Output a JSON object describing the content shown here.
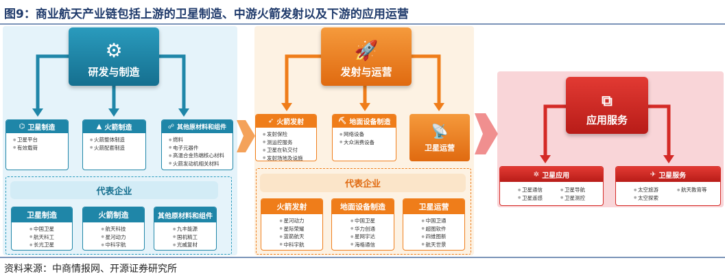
{
  "title": "图9：商业航天产业链包括上游的卫星制造、中游火箭发射以及下游的应用运营",
  "source": "资料来源：中商情报网、开源证券研究所",
  "colors": {
    "upstream": "#1f86a8",
    "midstream": "#ef7d1a",
    "downstream": "#d42a26"
  },
  "upstream": {
    "title": "研发与制造",
    "icon": "robot-arm-icon",
    "categories": [
      {
        "name": "卫星制造",
        "icon": "satellite-icon",
        "items": [
          "卫星平台",
          "有效载荷"
        ]
      },
      {
        "name": "火箭制造",
        "icon": "rocket-icon",
        "items": [
          "火箭整体制造",
          "火箭配套制造"
        ]
      },
      {
        "name": "其他原材料和组件",
        "icon": "components-icon",
        "items": [
          "燃料",
          "电子元器件",
          "高温合金热端核心材料",
          "火箭发动机相关材料"
        ]
      }
    ],
    "rep_title": "代表企业",
    "reps": [
      {
        "name": "卫星制造",
        "items": [
          "中国卫星",
          "航天科工",
          "长光卫星"
        ]
      },
      {
        "name": "火箭制造",
        "items": [
          "航天科技",
          "星河动力",
          "中科宇航"
        ]
      },
      {
        "name": "其他原材料和组件",
        "items": [
          "九丰能源",
          "国机精工",
          "光威复材"
        ]
      }
    ]
  },
  "midstream": {
    "title": "发射与运营",
    "icon": "rocket-icon",
    "categories": [
      {
        "name": "火箭发射",
        "icon": "launch-icon",
        "items": [
          "发射保险",
          "测运控服务",
          "卫星在轨交付",
          "发射场地及设施"
        ]
      },
      {
        "name": "地面设备制造",
        "icon": "ground-equipment-icon",
        "items": [
          "网络设备",
          "大众消费设备"
        ]
      },
      {
        "name": "卫星运营",
        "icon": "satellite-dish-icon",
        "items": []
      }
    ],
    "rep_title": "代表企业",
    "reps": [
      {
        "name": "火箭发射",
        "items": [
          "星河动力",
          "星际荣耀",
          "蓝箭航天",
          "中科宇航"
        ]
      },
      {
        "name": "地面设备制造",
        "items": [
          "中国卫星",
          "华力创通",
          "星网宇达",
          "海格通信"
        ]
      },
      {
        "name": "卫星运营",
        "items": [
          "中国卫通",
          "超图软件",
          "四维图新",
          "航天世景"
        ]
      }
    ]
  },
  "downstream": {
    "title": "应用服务",
    "icon": "network-icon",
    "categories": [
      {
        "name": "卫星应用",
        "icon": "satellite-app-icon",
        "items": [
          "卫星通信",
          "卫星导航",
          "卫星遥感",
          "卫星测控"
        ]
      },
      {
        "name": "卫星服务",
        "icon": "satellite-service-icon",
        "items": [
          "太空旅游",
          "航天教育等",
          "太空探索"
        ]
      }
    ]
  }
}
